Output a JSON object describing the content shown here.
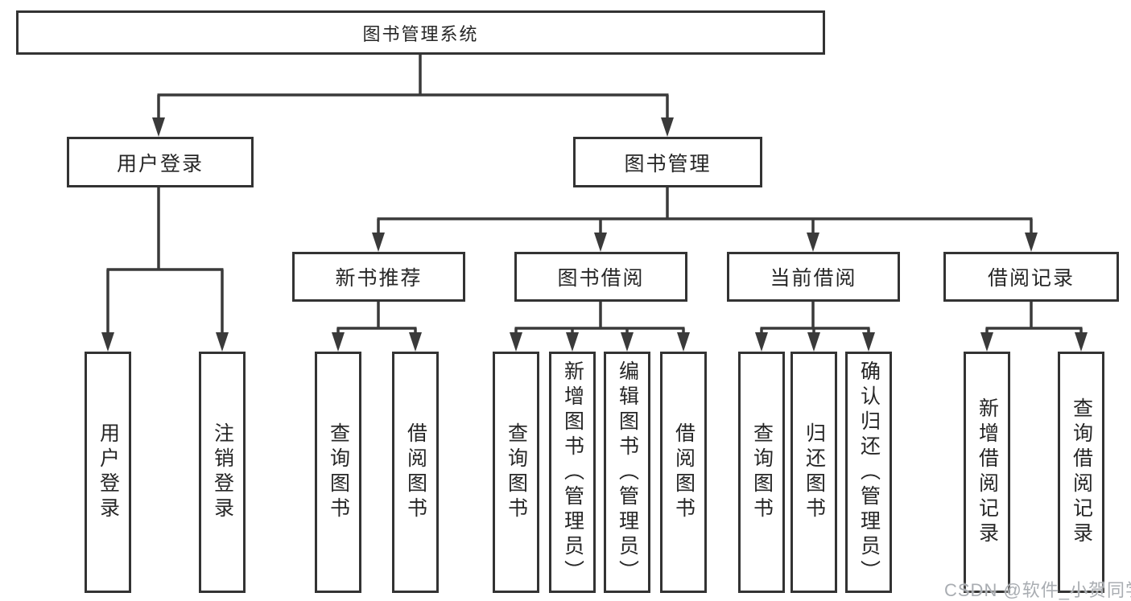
{
  "tree": {
    "root": {
      "label": "图书管理系统"
    },
    "children": [
      {
        "label": "用户登录",
        "children": [
          {
            "label": "用户登录"
          },
          {
            "label": "注销登录"
          }
        ]
      },
      {
        "label": "图书管理",
        "children": [
          {
            "label": "新书推荐",
            "children": [
              {
                "label": "查询图书"
              },
              {
                "label": "借阅图书"
              }
            ]
          },
          {
            "label": "图书借阅",
            "children": [
              {
                "label": "查询图书"
              },
              {
                "label": "新增图书（管理员）"
              },
              {
                "label": "编辑图书（管理员）"
              },
              {
                "label": "借阅图书"
              }
            ]
          },
          {
            "label": "当前借阅",
            "children": [
              {
                "label": "查询图书"
              },
              {
                "label": "归还图书"
              },
              {
                "label": "确认归还（管理员）"
              }
            ]
          },
          {
            "label": "借阅记录",
            "children": [
              {
                "label": "新增借阅记录"
              },
              {
                "label": "查询借阅记录"
              }
            ]
          }
        ]
      }
    ]
  },
  "watermark": {
    "text": "CSDN @软件_小贺同学"
  },
  "colors": {
    "line": "#3a3a3a",
    "box-border": "#333333",
    "box-fill": "#ffffff",
    "text": "#262626",
    "watermark": "#a9adb2"
  }
}
